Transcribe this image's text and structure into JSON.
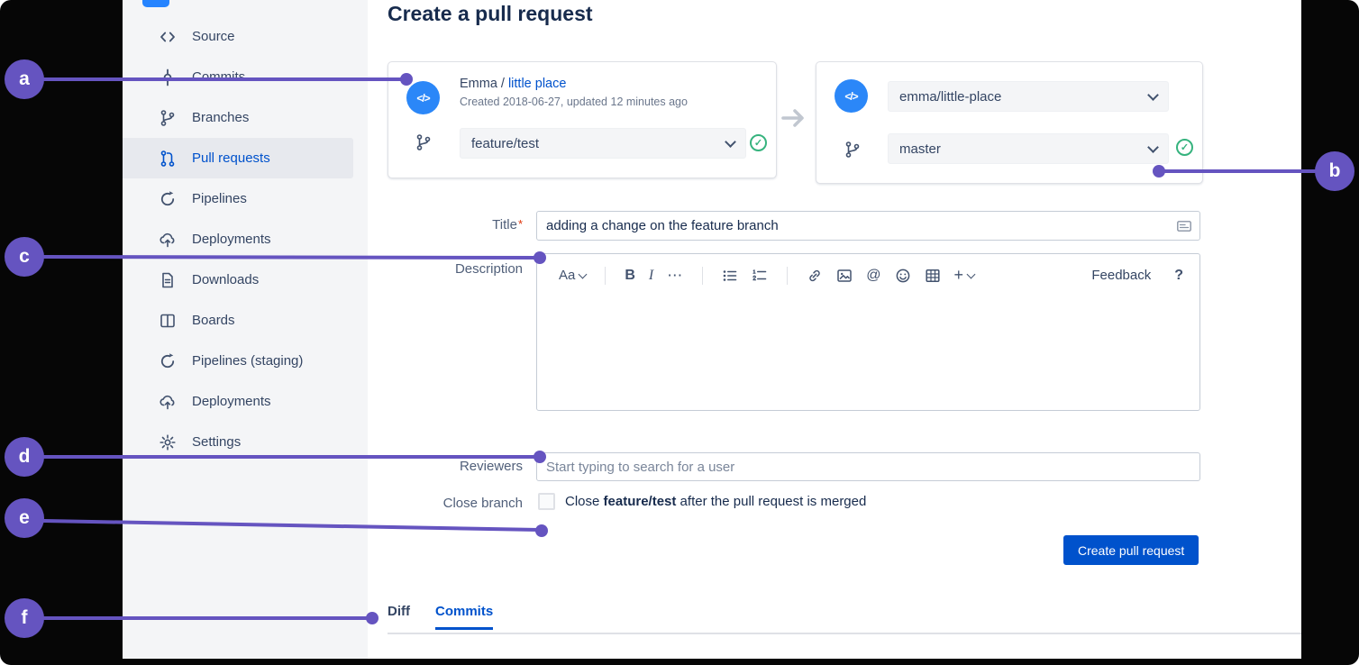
{
  "colors": {
    "annotation_purple": "#6554C0",
    "link_blue": "#0052CC",
    "primary_button_blue": "#0052CC",
    "avatar_blue": "#2684FF",
    "success_green": "#36B37E",
    "sidebar_bg": "#F4F5F7"
  },
  "annotations": {
    "items": [
      {
        "letter": "a"
      },
      {
        "letter": "b"
      },
      {
        "letter": "c"
      },
      {
        "letter": "d"
      },
      {
        "letter": "e"
      },
      {
        "letter": "f"
      }
    ]
  },
  "sidebar": {
    "items": [
      {
        "label": "Source"
      },
      {
        "label": "Commits"
      },
      {
        "label": "Branches"
      },
      {
        "label": "Pull requests",
        "active": true
      },
      {
        "label": "Pipelines"
      },
      {
        "label": "Deployments"
      },
      {
        "label": "Downloads"
      },
      {
        "label": "Boards"
      },
      {
        "label": "Pipelines (staging)"
      },
      {
        "label": "Deployments"
      },
      {
        "label": "Settings"
      }
    ]
  },
  "page": {
    "title": "Create a pull request"
  },
  "cards": {
    "avatar_glyph": "</>",
    "source": {
      "owner": "Emma /",
      "repo": "little place",
      "meta": "Created 2018-06-27, updated 12 minutes ago",
      "branch": "feature/test"
    },
    "destination": {
      "repo_select": "emma/little-place",
      "branch": "master"
    },
    "check_glyph": "✓"
  },
  "form": {
    "title_label": "Title",
    "required_marker": "*",
    "title_value": "adding a change on the feature branch",
    "description_label": "Description",
    "reviewers_label": "Reviewers",
    "reviewers_placeholder": "Start typing to search for a user",
    "close_branch_label": "Close branch",
    "close_text_prefix": "Close ",
    "close_text_branch": "feature/test",
    "close_text_suffix": " after the pull request is merged",
    "submit_label": "Create pull request"
  },
  "editor": {
    "font_button": "Aa",
    "bold": "B",
    "italic": "I",
    "more": "⋯",
    "at": "@",
    "plus": "+",
    "feedback": "Feedback",
    "help": "?"
  },
  "tabs": [
    {
      "label": "Diff"
    },
    {
      "label": "Commits",
      "active": true
    }
  ]
}
